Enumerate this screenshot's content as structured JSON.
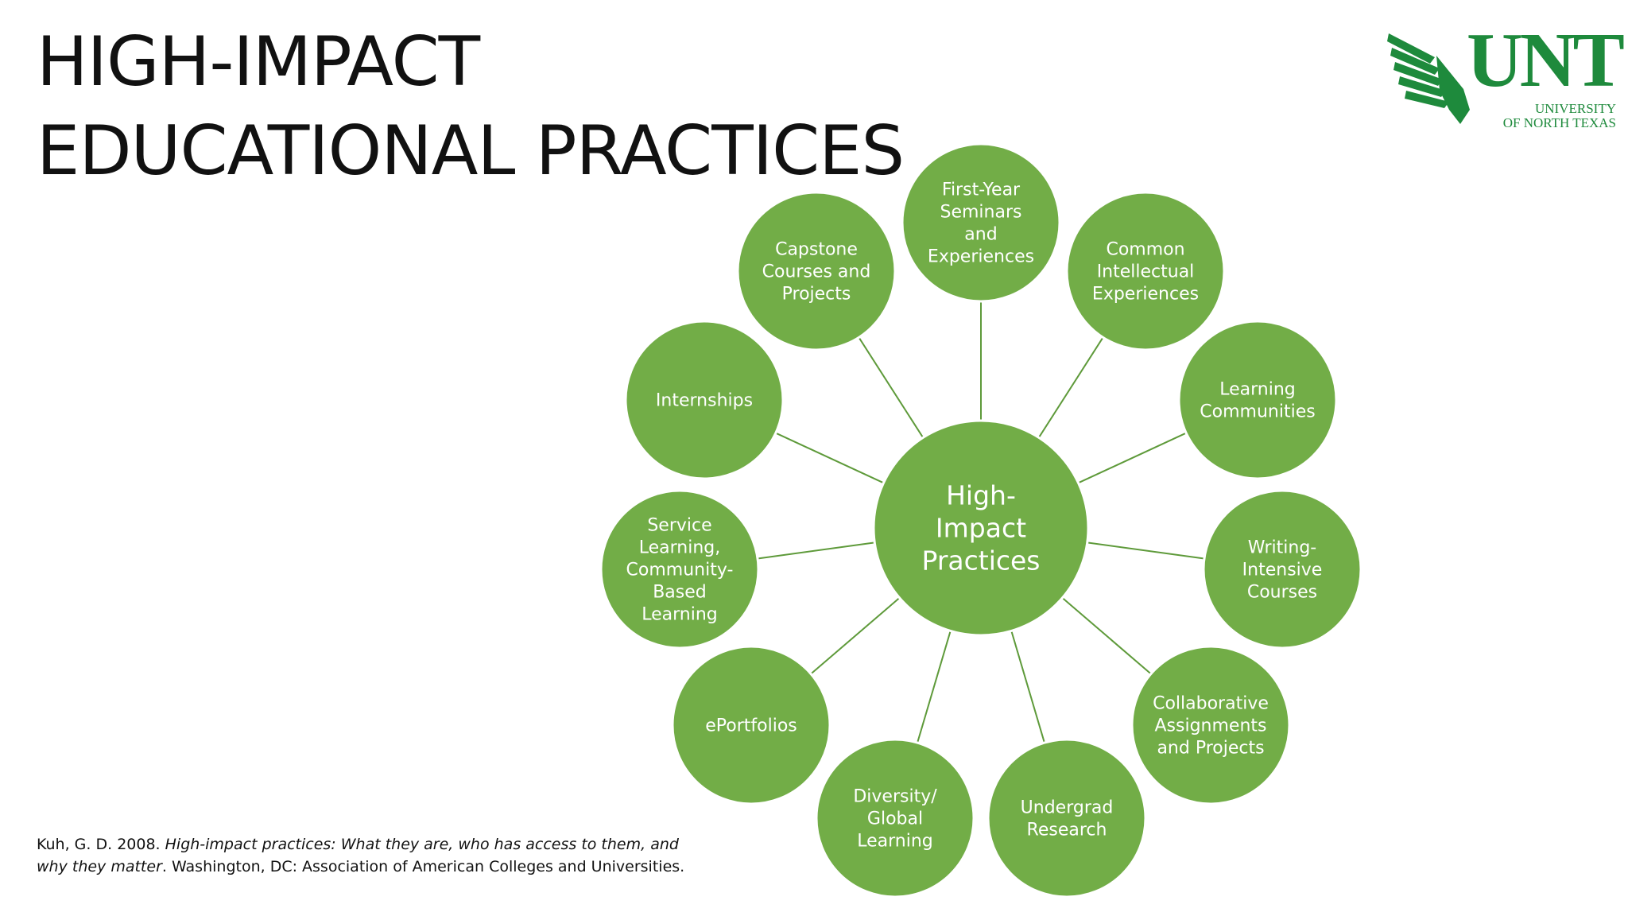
{
  "title": {
    "line1": "HIGH-IMPACT",
    "line2": "EDUCATIONAL PRACTICES"
  },
  "logo": {
    "wordmark": "UNT",
    "line1": "UNIVERSITY",
    "line2": "OF NORTH TEXAS",
    "color": "#1e8a3c"
  },
  "diagram": {
    "center_lines": [
      "High-",
      "Impact",
      "Practices"
    ],
    "node_color": "#72ad47",
    "connector_color": "#5e9a3a",
    "nodes": [
      {
        "id": "first-year-seminars",
        "lines": [
          "First-Year",
          "Seminars",
          "and",
          "Experiences"
        ]
      },
      {
        "id": "common-intellectual",
        "lines": [
          "Common",
          "Intellectual",
          "Experiences"
        ]
      },
      {
        "id": "learning-communities",
        "lines": [
          "Learning",
          "Communities"
        ]
      },
      {
        "id": "writing-intensive",
        "lines": [
          "Writing-",
          "Intensive",
          "Courses"
        ]
      },
      {
        "id": "collaborative-assignments",
        "lines": [
          "Collaborative",
          "Assignments",
          "and Projects"
        ]
      },
      {
        "id": "undergrad-research",
        "lines": [
          "Undergrad",
          "Research"
        ]
      },
      {
        "id": "diversity-global",
        "lines": [
          "Diversity/",
          "Global",
          "Learning"
        ]
      },
      {
        "id": "eportfolios",
        "lines": [
          "ePortfolios"
        ]
      },
      {
        "id": "service-learning",
        "lines": [
          "Service",
          "Learning,",
          "Community-",
          "Based",
          "Learning"
        ]
      },
      {
        "id": "internships",
        "lines": [
          "Internships"
        ]
      },
      {
        "id": "capstone-courses",
        "lines": [
          "Capstone",
          "Courses and",
          "Projects"
        ]
      }
    ]
  },
  "citation": {
    "author": "Kuh, G. D. 2008. ",
    "work": "High-impact practices: What they are, who has access to them, and why they matter",
    "rest": ". Washington, DC: Association of American Colleges and Universities."
  }
}
